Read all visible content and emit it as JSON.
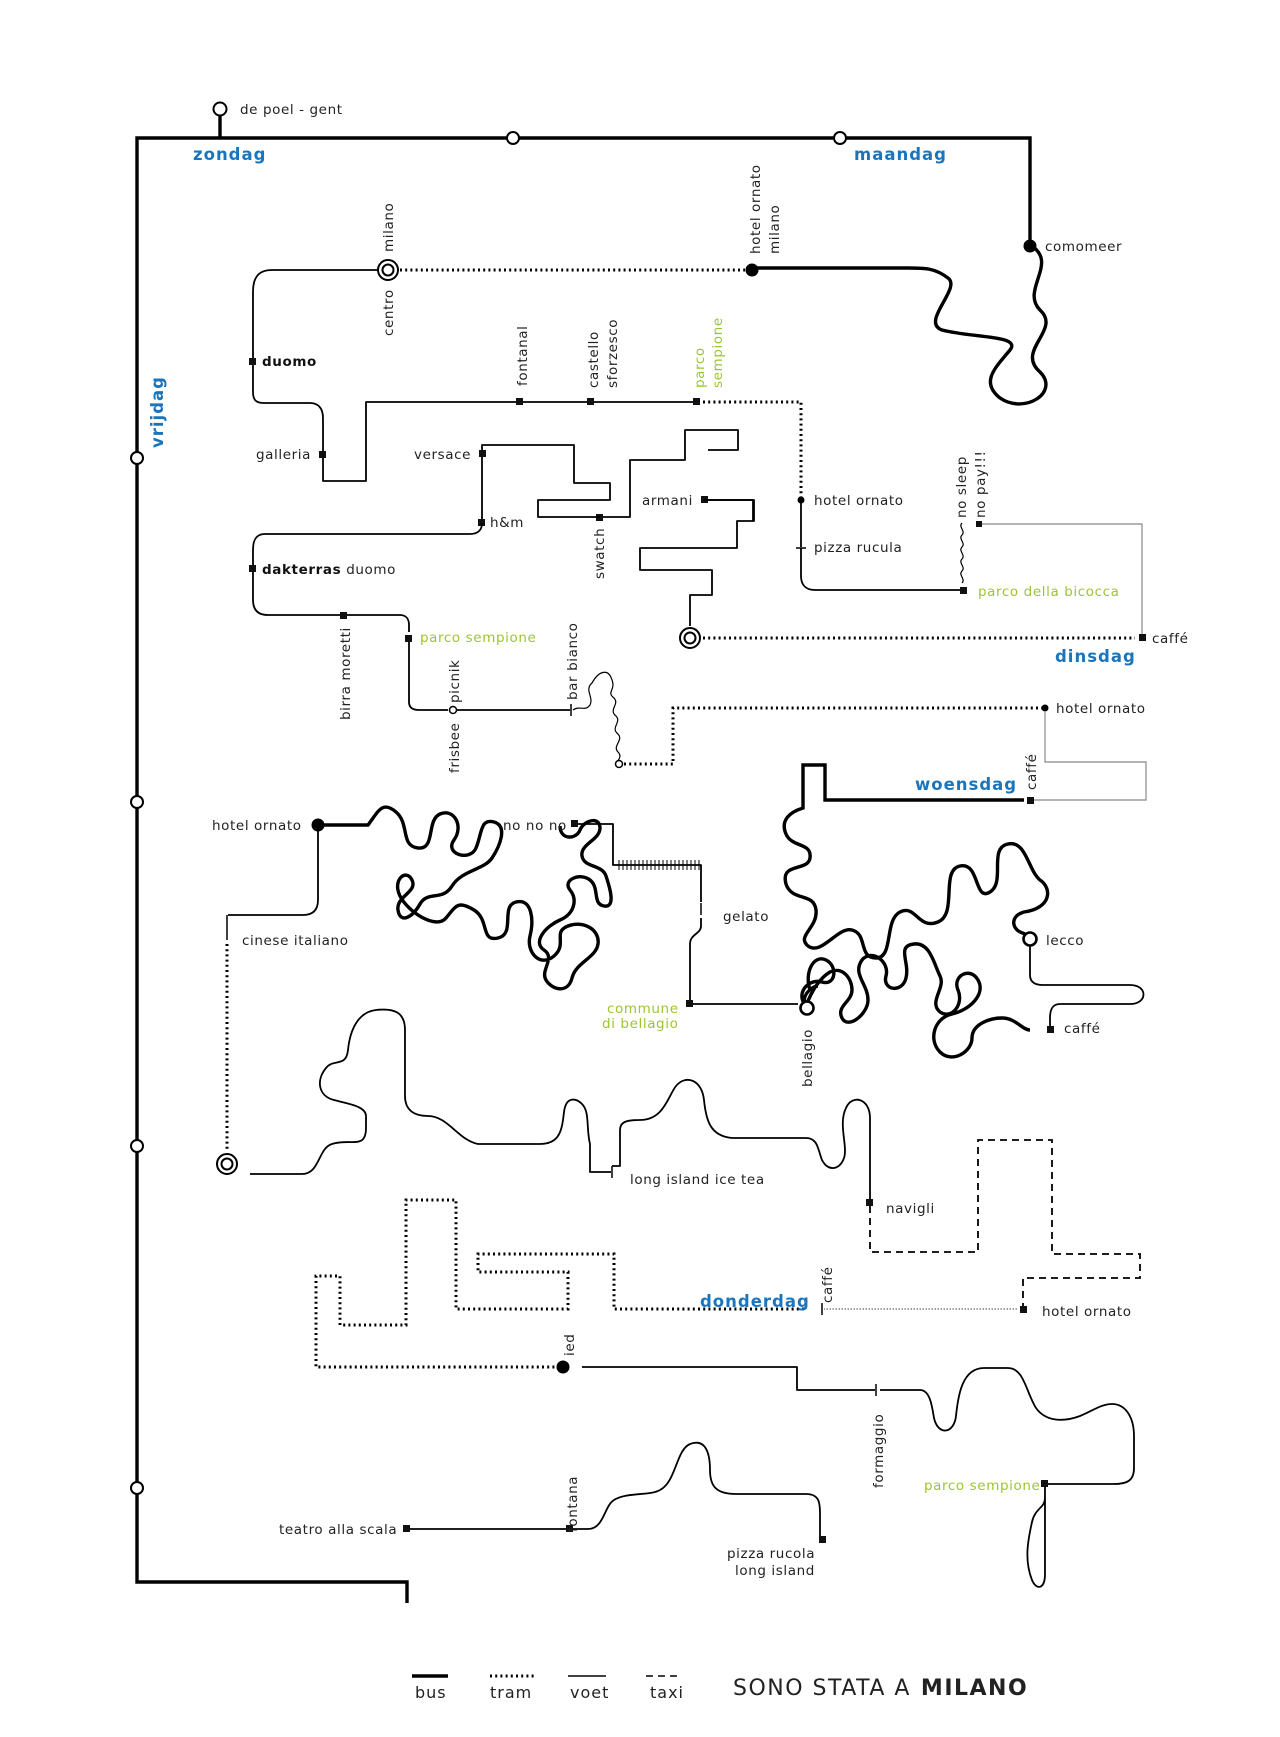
{
  "colors": {
    "day": "#1b75bc",
    "green_label": "#9cc531",
    "line": "#000000"
  },
  "days": {
    "zondag": "zondag",
    "maandag": "maandag",
    "dinsdag": "dinsdag",
    "woensdag": "woensdag",
    "donderdag": "donderdag",
    "vrijdag": "vrijdag"
  },
  "stops": {
    "de_poel": "de poel - gent",
    "comomeer": "comomeer",
    "hotel_ornato_milano_1": "hotel ornato",
    "hotel_ornato_milano_2": "milano",
    "centro_milano_1": "centro",
    "centro_milano_2": "milano",
    "duomo": "duomo",
    "fontanal": "fontanal",
    "castello_1": "castello",
    "castello_2": "sforzesco",
    "parco_top_1": "parco",
    "parco_top_2": "sempione",
    "galleria": "galleria",
    "versace": "versace",
    "armani": "armani",
    "hm": "h&m",
    "swatch": "swatch",
    "hotel_ornato_tue": "hotel ornato",
    "pizza_rucula": "pizza rucula",
    "no_sleep_1": "no sleep",
    "no_sleep_2": "no pay!!!",
    "parco_bicocca": "parco della bicocca",
    "caffe_tue": "caffé",
    "dakterras_bold": "dakterras",
    "dakterras_rest": "duomo",
    "birra_moretti": "birra moretti",
    "parco_sempione_fri": "parco sempione",
    "picnik": "picnik",
    "frisbee": "frisbee",
    "bar_bianco": "bar bianco",
    "hotel_ornato_wed": "hotel ornato",
    "caffe_wed": "caffé",
    "hotel_ornato_left": "hotel ornato",
    "no_no_no": "no no no",
    "gelato": "gelato",
    "cinese_italiano": "cinese italiano",
    "commune_1": "commune",
    "commune_2": "di bellagio",
    "bellagio": "bellagio",
    "lecco": "lecco",
    "caffe_lecco": "caffé",
    "long_island_ice_tea": "long island ice tea",
    "navigli": "navigli",
    "caffe_thu": "caffé",
    "hotel_ornato_thu": "hotel ornato",
    "ied": "ied",
    "formaggio": "formaggio",
    "parco_sempione_thu": "parco sempione",
    "fontana": "fontana",
    "teatro": "teatro alla scala",
    "pizza_rucola_1": "pizza rucola",
    "pizza_rucola_2": "long island"
  },
  "legend": {
    "bus": "bus",
    "tram": "tram",
    "voet": "voet",
    "taxi": "taxi"
  },
  "title": {
    "prefix": "SONO STATA A",
    "city": "MILANO"
  }
}
